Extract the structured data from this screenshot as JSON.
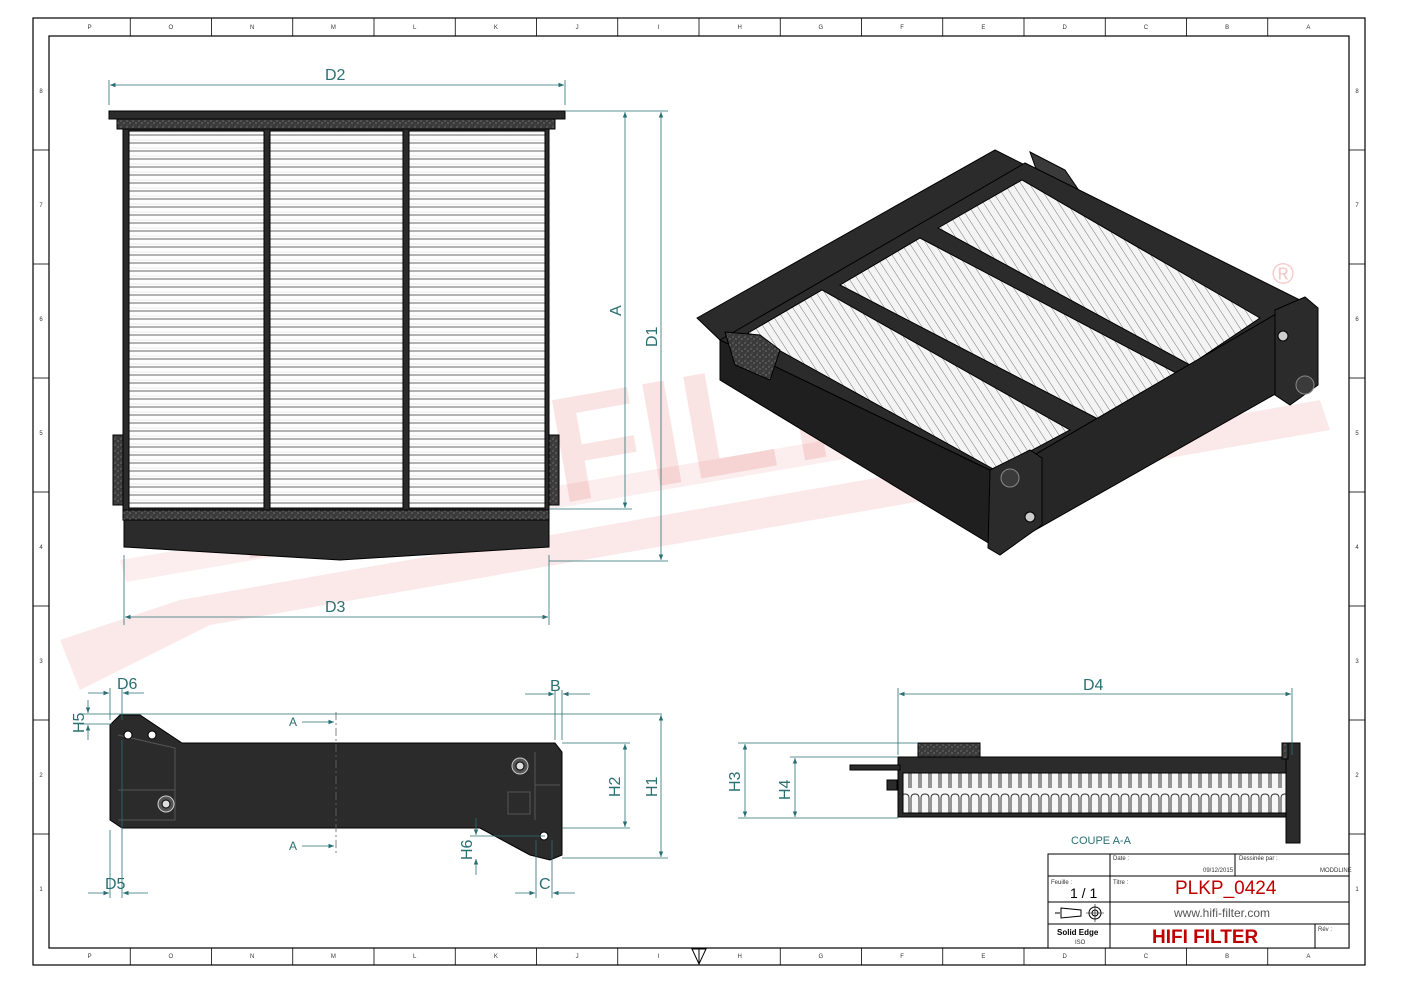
{
  "drawing": {
    "top_view": {
      "d2": "D2",
      "a": "A",
      "d1": "D1",
      "d3": "D3"
    },
    "side_view": {
      "d6": "D6",
      "b": "B",
      "h5": "H5",
      "h2": "H2",
      "h1": "H1",
      "h6": "H6",
      "d5": "D5",
      "c": "C",
      "section_top": "A",
      "section_bottom": "A"
    },
    "section_view": {
      "d4": "D4",
      "h3": "H3",
      "h4": "H4",
      "caption": "COUPE A-A"
    }
  },
  "zones": {
    "top": [
      "P",
      "O",
      "N",
      "M",
      "L",
      "K",
      "J",
      "I",
      "H",
      "G",
      "F",
      "E",
      "D",
      "C",
      "B",
      "A"
    ],
    "side": [
      "8",
      "7",
      "6",
      "5",
      "4",
      "3",
      "2",
      "1"
    ]
  },
  "title_block": {
    "date_label": "Date :",
    "date": "09/12/2015",
    "drawn_by_label": "Dessinée par :",
    "drawn_by": "MODDLINE",
    "sheet_label": "Feuille :",
    "sheet": "1 / 1",
    "title_label": "Titre :",
    "title": "PLKP_0424",
    "url": "www.hifi-filter.com",
    "software": "Solid Edge",
    "standard": "ISO",
    "brand": "HIFI FILTER",
    "rev_label": "Rév :"
  },
  "watermark": {
    "text": "HIFI FILTER",
    "registered": "®"
  },
  "colors": {
    "dimension": "#2a6f73",
    "brand_red": "#c00000",
    "part": "#2b2b2b"
  }
}
